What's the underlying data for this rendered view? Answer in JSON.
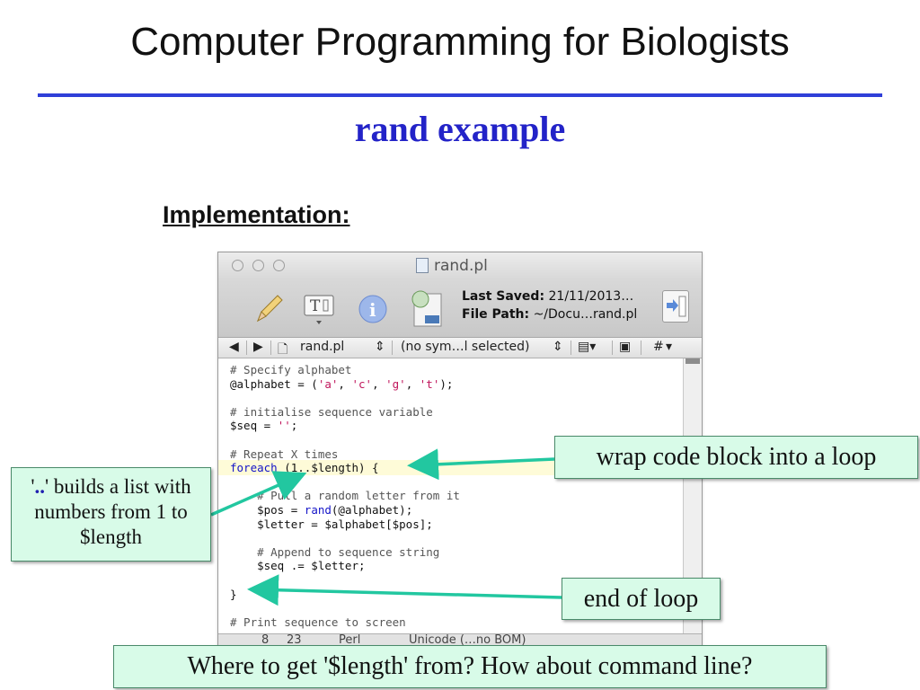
{
  "slide": {
    "title": "Computer Programming for Biologists",
    "subtitle": "rand example",
    "section_label": "Implementation:"
  },
  "window": {
    "title": "rand.pl",
    "last_saved_label": "Last Saved:",
    "last_saved_value": "21/11/2013…",
    "file_path_label": "File Path:",
    "file_path_value": "~/Docu…rand.pl",
    "nav": {
      "file": "rand.pl",
      "symbol": "(no sym…l selected)",
      "hash": "#"
    },
    "status": {
      "line": "8",
      "col": "23",
      "lang": "Perl",
      "encoding": "Unicode (…no BOM)"
    },
    "code_lines": [
      "# Specify alphabet",
      "@alphabet = ('a', 'c', 'g', 't');",
      "",
      "# initialise sequence variable",
      "$seq = '';",
      "",
      "# Repeat X times",
      "foreach (1..$length) {",
      "",
      "    # Pull a random letter from it",
      "    $pos = rand(@alphabet);",
      "    $letter = $alphabet[$pos];",
      "",
      "    # Append to sequence string",
      "    $seq .= $letter;",
      "",
      "}",
      "",
      "# Print sequence to screen"
    ]
  },
  "callouts": {
    "wrap": "wrap code block into a loop",
    "range_quote_open": "'",
    "range_dots": "..",
    "range_rest": "' builds a list with numbers from 1 to $length",
    "end": "end of loop",
    "question": "Where to get '$length' from? How about command line?"
  },
  "colors": {
    "accent": "#2f3fd8",
    "subtitle": "#2323c8",
    "callout_bg": "#d8fbe8",
    "arrow": "#22c7a0"
  }
}
